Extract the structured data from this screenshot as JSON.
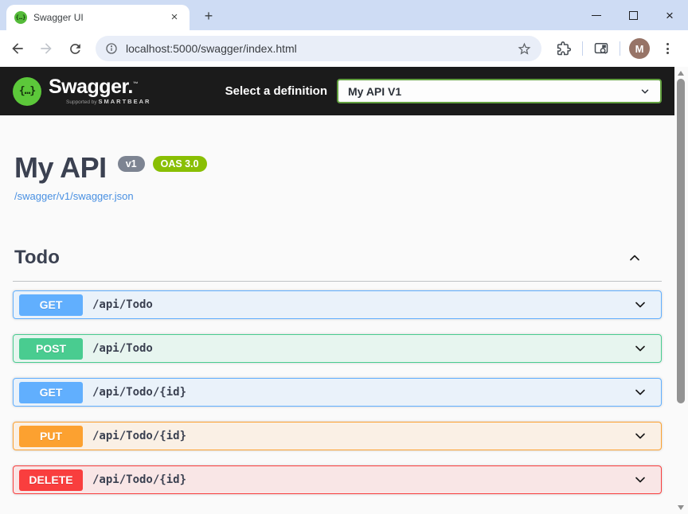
{
  "browser": {
    "tab_title": "Swagger UI",
    "url": "localhost:5000/swagger/index.html",
    "avatar_letter": "M",
    "new_tab_glyph": "+",
    "tab_close_glyph": "×",
    "close_glyph": "×"
  },
  "topbar": {
    "brand": "Swagger.",
    "brand_tm": "™",
    "supported_by": "Supported by ",
    "smartbear": "SMARTBEAR",
    "logo_glyph": "{…}",
    "select_label": "Select a definition",
    "selected_definition": "My API V1",
    "select_border_color": "#62a03f",
    "logo_green": "#5cc83a",
    "bar_color": "#1b1b1b"
  },
  "api": {
    "title": "My API",
    "version_badge": "v1",
    "oas_badge": "OAS 3.0",
    "spec_link": "/swagger/v1/swagger.json",
    "version_badge_color": "#7d8492",
    "oas_badge_color": "#89bf04",
    "link_color": "#4990e2",
    "heading_color": "#3b4151"
  },
  "section": {
    "title": "Todo"
  },
  "endpoints": [
    {
      "method": "GET",
      "path": "/api/Todo"
    },
    {
      "method": "POST",
      "path": "/api/Todo"
    },
    {
      "method": "GET",
      "path": "/api/Todo/{id}"
    },
    {
      "method": "PUT",
      "path": "/api/Todo/{id}"
    },
    {
      "method": "DELETE",
      "path": "/api/Todo/{id}"
    }
  ],
  "method_colors": {
    "GET": {
      "accent": "#61affe",
      "bg": "rgba(97,175,254,0.1)"
    },
    "POST": {
      "accent": "#49cc90",
      "bg": "rgba(73,204,144,0.1)"
    },
    "PUT": {
      "accent": "#fca130",
      "bg": "rgba(252,161,48,0.1)"
    },
    "DELETE": {
      "accent": "#f93e3e",
      "bg": "rgba(249,62,62,0.1)"
    }
  }
}
